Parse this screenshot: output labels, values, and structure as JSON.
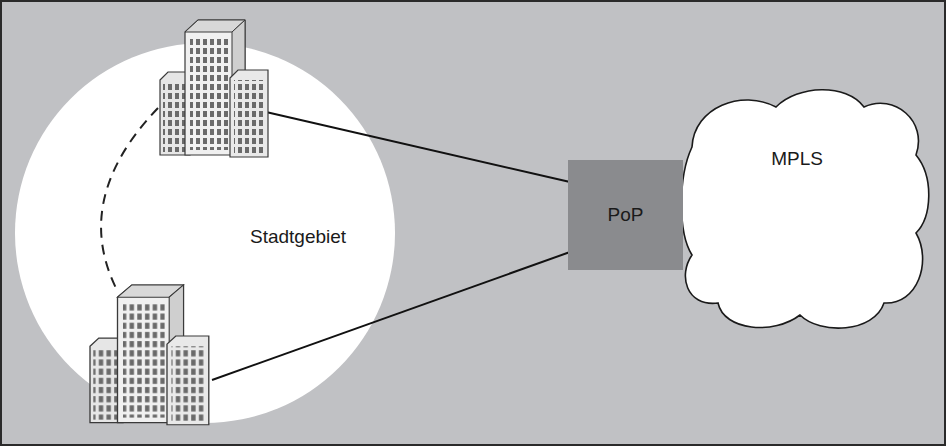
{
  "diagram": {
    "nodes": [
      {
        "text": [
          "Stadtgebiet"
        ]
      },
      {
        "text": [
          "PoP"
        ]
      },
      {
        "text": [
          "MPLS"
        ]
      }
    ]
  }
}
